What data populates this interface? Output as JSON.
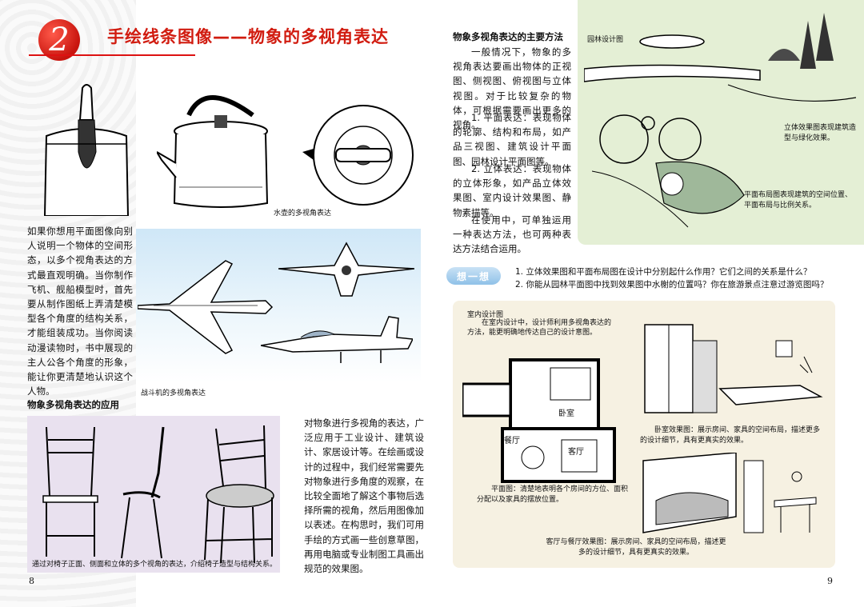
{
  "chapter": {
    "number": "2",
    "title": "手绘线条图像——物象的多视角表达"
  },
  "left_page": {
    "kettle_caption": "水壶的多视角表达",
    "intro_text": "如果你想用平面图像向别人说明一个物体的空间形态，以多个视角表达的方式最直观明确。当你制作飞机、舰船模型时，首先要从制作图纸上弄清楚模型各个角度的结构关系，才能组装成功。当你阅读动漫读物时，书中展现的主人公各个角度的形象，能让你更清楚地认识这个人物。",
    "jet_caption": "战斗机的多视角表达",
    "application_heading": "物象多视角表达的应用",
    "application_text": "对物象进行多视角的表达，广泛应用于工业设计、建筑设计、家居设计等。在绘画或设计的过程中，我们经常需要先对物象进行多角度的观察，在比较全面地了解这个事物后选择所需的视角，然后用图像加以表述。在构思时，我们可用手绘的方式画一些创意草图，再用电脑或专业制图工具画出规范的效果图。",
    "chair_caption": "通过对椅子正面、侧面和立体的多个视角的表达，介绍椅子造型与结构关系。",
    "page_number": "8"
  },
  "right_page": {
    "methods_heading": "物象多视角表达的主要方法",
    "methods_p1": "一般情况下，物象的多视角表达要画出物体的正视图、侧视图、俯视图与立体视图。对于比较复杂的物体，可根据需要画出更多的视角。",
    "methods_p2": "1. 平面表达：表现物体的轮廓、结构和布局，如产品三视图、建筑设计平面图、园林设计平面图等。",
    "methods_p3": "2. 立体表达：表现物体的立体形象，如产品立体效果图、室内设计效果图、静物素描等。",
    "methods_p4": "在使用中，可单独运用一种表达方法，也可两种表达方法结合运用。",
    "garden_title": "园林设计图",
    "garden_note1": "立体效果图表现建筑造型与绿化效果。",
    "garden_note2": "平面布局图表现建筑的空间位置、平面布局与比例关系。",
    "think_label": "想一想",
    "question1": "1. 立体效果图和平面布局图在设计中分别起什么作用？它们之间的关系是什么？",
    "question2": "2. 你能从园林平面图中找到效果图中水榭的位置吗？你在旅游景点注意过游览图吗？",
    "interior_title": "室内设计图",
    "interior_intro": "在室内设计中，设计师利用多视角表达的方法，能更明确地传达自己的设计意图。",
    "plan_rooms": [
      "卧室",
      "餐厅",
      "客厅"
    ],
    "plan_caption": "平面图：清楚地表明各个房间的方位、面积分配以及家具的摆放位置。",
    "bedroom_caption": "卧室效果图：展示房间、家具的空间布局，描述更多的设计细节，具有更真实的效果。",
    "living_caption": "客厅与餐厅效果图：展示房间、家具的空间布局，描述更多的设计细节，具有更真实的效果。",
    "page_number": "9"
  }
}
